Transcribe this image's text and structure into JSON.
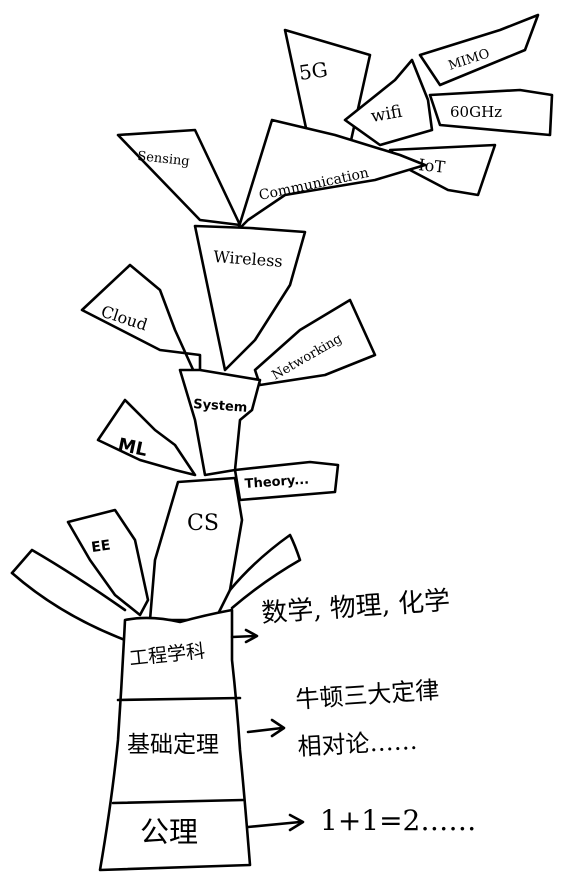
{
  "nodes": {
    "wireless_top": {
      "g5": "5G",
      "mimo": "MIMO",
      "wifi": "wifi",
      "ghz60": "60GHz",
      "iot": "IoT",
      "sensing": "Sensing",
      "communication": "Communication",
      "wireless": "Wireless"
    },
    "system_level": {
      "cloud": "Cloud",
      "networking": "Networking",
      "system": "System"
    },
    "cs_level": {
      "ml": "ML",
      "theory": "Theory...",
      "cs": "CS"
    },
    "trunk_level": {
      "ee": "EE",
      "engineering": "工程学科",
      "basic_theorems": "基础定理",
      "axioms": "公理"
    }
  },
  "annotations": {
    "sciences": "数学, 物理, 化学",
    "laws_line1": "牛顿三大定律",
    "laws_line2": "相对论……",
    "axiom_example": "1+1=2……"
  }
}
